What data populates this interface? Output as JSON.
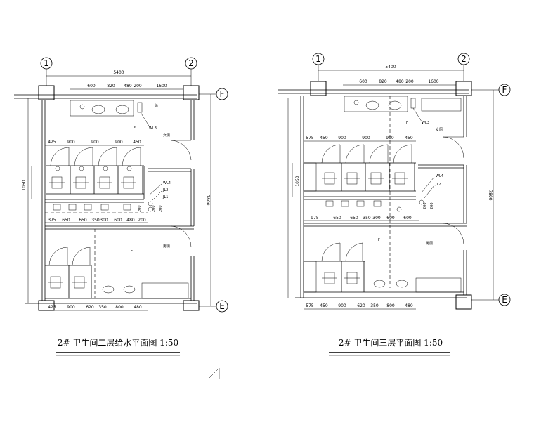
{
  "plans": [
    {
      "title": "2# 卫生间二层给水平面图 1:50",
      "axes": {
        "col_left": "1",
        "col_right": "2",
        "row_top": "F",
        "row_bottom": "E"
      },
      "top_total": "5400",
      "top_dims": [
        "600",
        "820",
        "480",
        "200",
        "1600"
      ],
      "upper_stall_dims": [
        "425",
        "900",
        "900",
        "900",
        "450"
      ],
      "mid_dims": [
        "375",
        "650",
        "650",
        "350",
        "300",
        "600",
        "480",
        "200"
      ],
      "bottom_dims": [
        "425",
        "900",
        "620",
        "350",
        "800",
        "480"
      ],
      "left_dim": "1050",
      "right_dim": "7800",
      "pipe_labels": [
        "WL3",
        "WL4",
        "JL2",
        "JL1"
      ],
      "small_labels": [
        "200",
        "200",
        "200",
        "F",
        "F"
      ],
      "room_labels": [
        "女厕",
        "男厕"
      ]
    },
    {
      "title": "2# 卫生间三层平面图 1:50",
      "axes": {
        "col_left": "1",
        "col_right": "2",
        "row_top": "F",
        "row_bottom": "E"
      },
      "top_total": "5400",
      "top_dims": [
        "600",
        "820",
        "480",
        "200",
        "1600"
      ],
      "upper_stall_dims": [
        "575",
        "450",
        "900",
        "900",
        "900",
        "450"
      ],
      "mid_dims": [
        "975",
        "650",
        "650",
        "350",
        "300",
        "600",
        "600"
      ],
      "bottom_dims": [
        "575",
        "450",
        "900",
        "620",
        "350",
        "800",
        "480"
      ],
      "left_dim": "1050",
      "right_dim": "7800",
      "pipe_labels": [
        "WL3",
        "WL4",
        "JL2"
      ],
      "small_labels": [
        "200",
        "200",
        "F",
        "F"
      ],
      "room_labels": [
        "女厕",
        "男厕"
      ]
    }
  ],
  "colors": {
    "line": "#000000",
    "background": "#ffffff"
  }
}
